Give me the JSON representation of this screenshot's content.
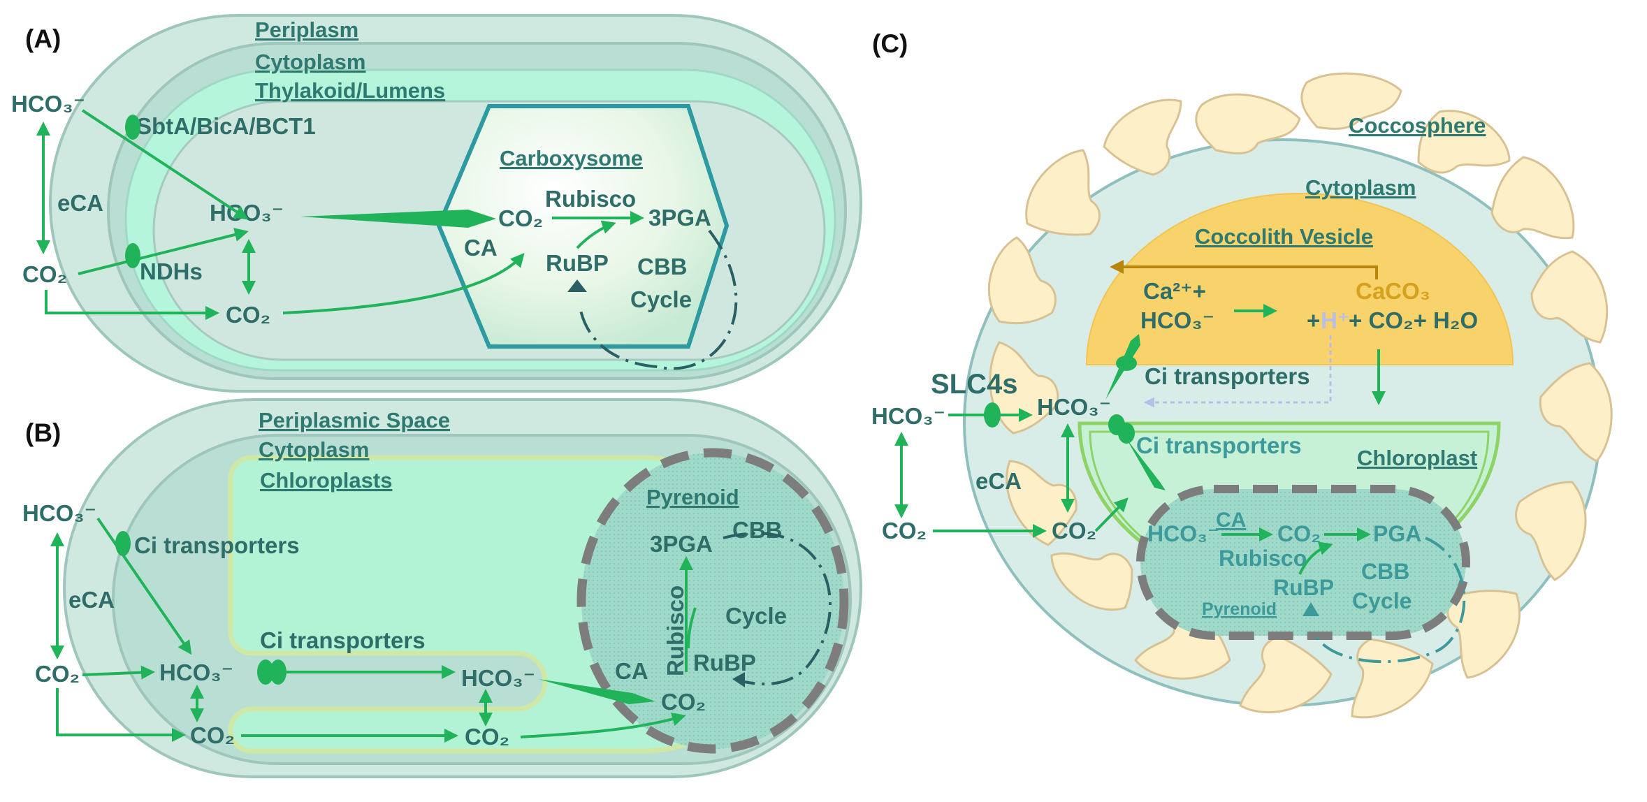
{
  "panels": {
    "a": "(A)",
    "b": "(B)",
    "c": "(C)"
  },
  "panel_a": {
    "periplasm": "Periplasm",
    "cytoplasm": "Cytoplasm",
    "thylakoid": "Thylakoid/Lumens",
    "carboxysome": "Carboxysome",
    "hco3_out": "HCO₃⁻",
    "co2_out": "CO₂",
    "eca": "eCA",
    "sbta": "SbtA/BicA/BCT1",
    "ndhs": "NDHs",
    "hco3_cyto": "HCO₃⁻",
    "co2_cyto": "CO₂",
    "co2_carb": "CO₂",
    "rubisco": "Rubisco",
    "pga": "3PGA",
    "ca": "CA",
    "rubp": "RuBP",
    "cbb1": "CBB",
    "cbb2": "Cycle"
  },
  "panel_b": {
    "periplasmic_space": "Periplasmic Space",
    "cytoplasm": "Cytoplasm",
    "chloroplasts": "Chloroplasts",
    "pyrenoid": "Pyrenoid",
    "hco3_out": "HCO₃⁻",
    "co2_out": "CO₂",
    "eca": "eCA",
    "ci_transporters_1": "Ci transporters",
    "ci_transporters_2": "Ci transporters",
    "hco3_cyto": "HCO₃⁻",
    "co2_cyto": "CO₂",
    "hco3_chl": "HCO₃⁻",
    "co2_chl": "CO₂",
    "pga": "3PGA",
    "rubisco": "Rubisco",
    "rubp": "RuBP",
    "ca": "CA",
    "co2_pyr": "CO₂",
    "cbb1": "CBB",
    "cbb2": "Cycle"
  },
  "panel_c": {
    "coccosphere": "Coccosphere",
    "cytoplasm": "Cytoplasm",
    "coccolith_vesicle": "Coccolith Vesicle",
    "chloroplast": "Chloroplast",
    "pyrenoid": "Pyrenoid",
    "slc4s": "SLC4s",
    "hco3_out": "HCO₃⁻",
    "co2_out": "CO₂",
    "eca": "eCA",
    "hco3_cyto": "HCO₃⁻",
    "co2_cyto": "CO₂",
    "ci_transporters_1": "Ci transporters",
    "ci_transporters_2": "Ci transporters",
    "ca2": "Ca²⁺+",
    "hco3_ves": "HCO₃⁻",
    "caco3": "CaCO₃",
    "reaction_prefix": "+",
    "h_plus": "H⁺",
    "reaction_rest": "+ CO₂+ H₂O",
    "hco3_pyr": "HCO₃⁻",
    "ca": "CA",
    "co2_pyr": "CO₂",
    "pga": "PGA",
    "rubisco": "Rubisco",
    "rubp": "RuBP",
    "cbb1": "CBB",
    "cbb2": "Cycle"
  },
  "colors": {
    "arrow_green": "#21b35a",
    "text_teal": "#2f6d68",
    "vesicle_gold": "#f8d26a",
    "coccolith": "#fdf0c8",
    "carboxysome_edge": "#2c9aa0"
  }
}
